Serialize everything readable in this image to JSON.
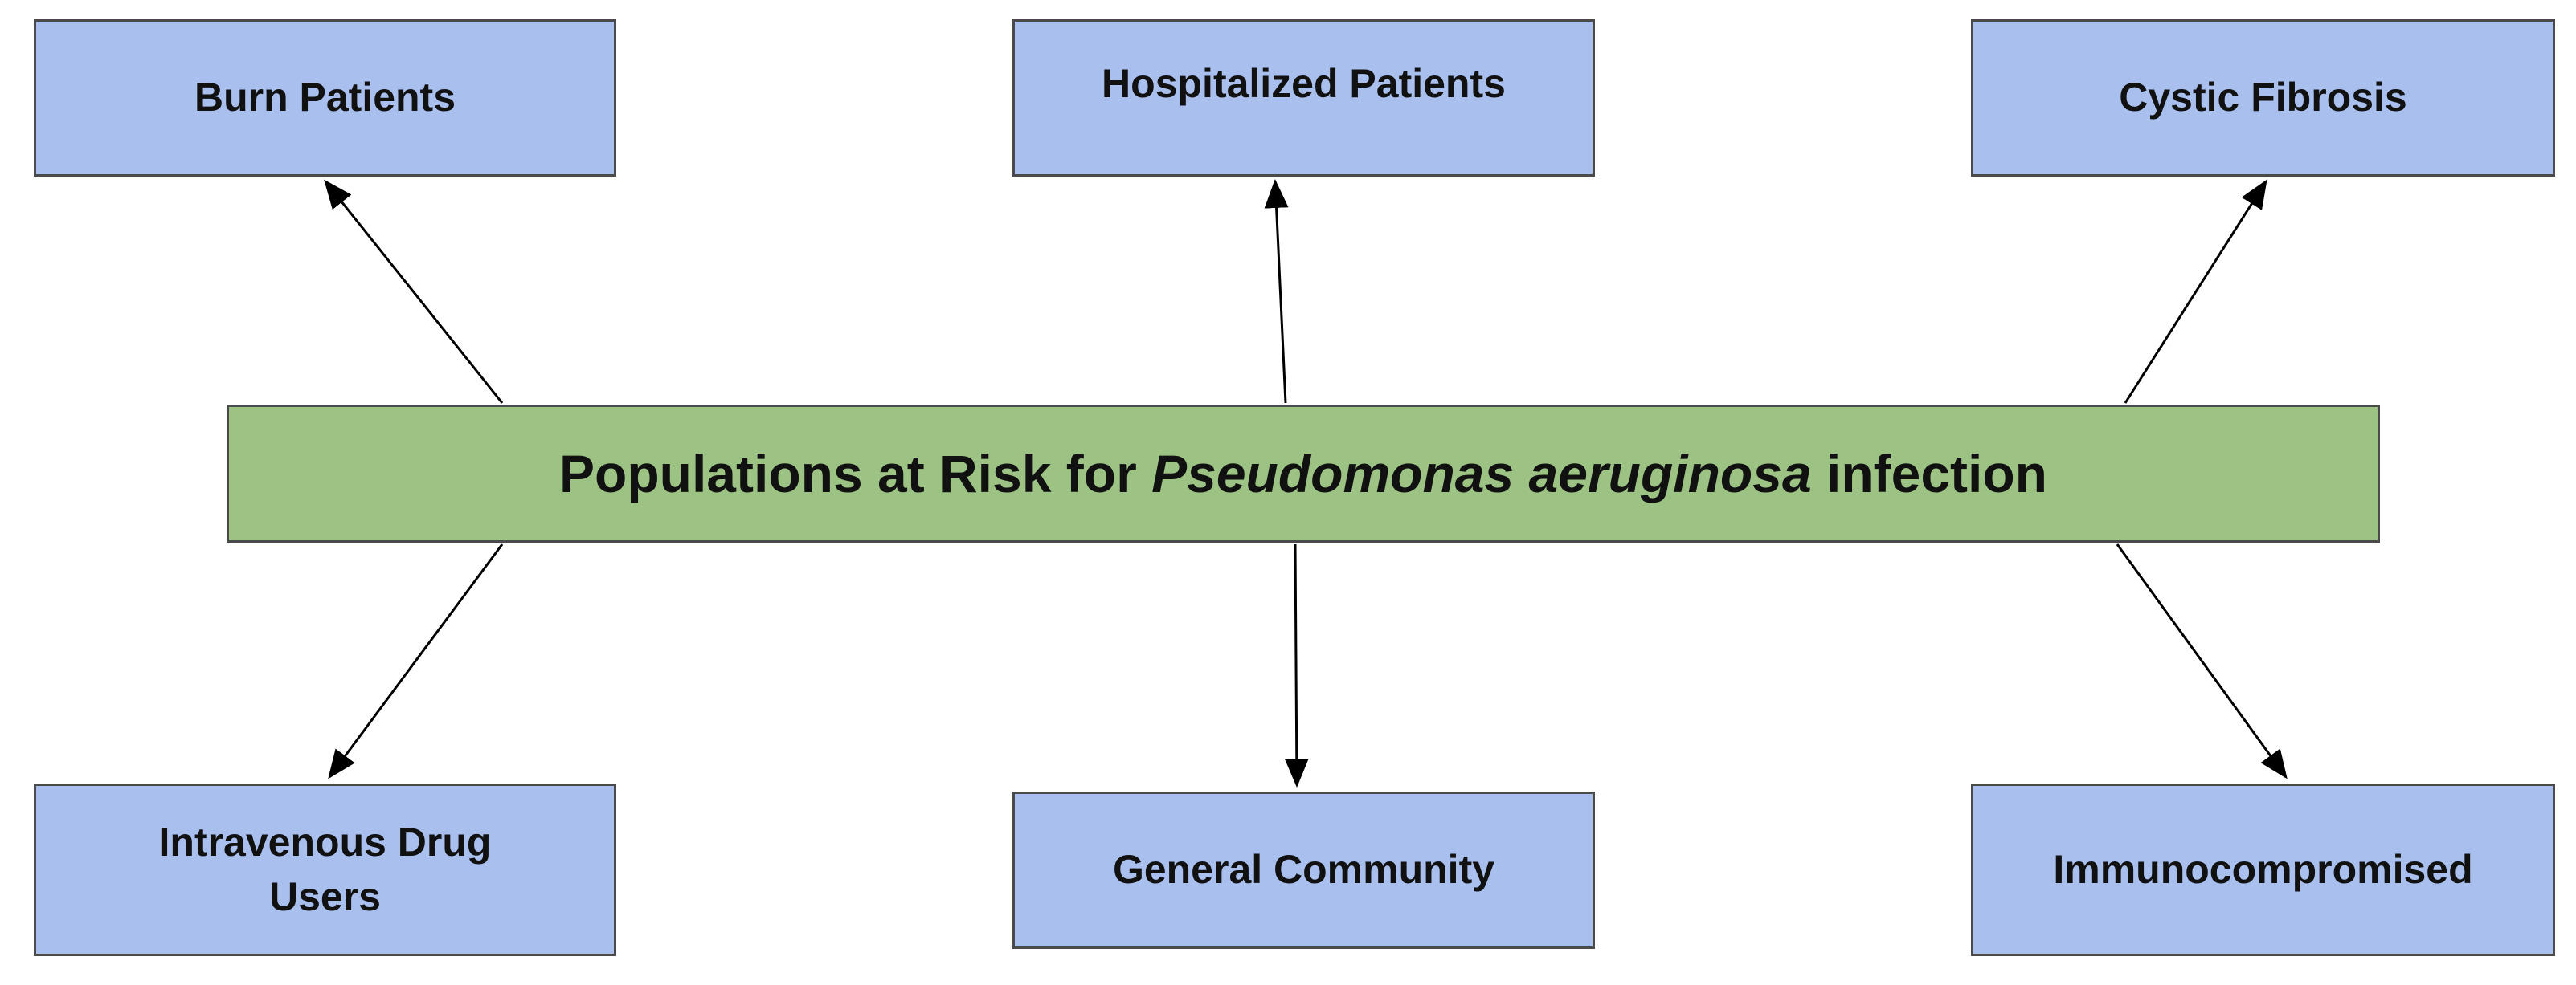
{
  "diagram": {
    "center": {
      "prefix": "Populations at Risk for",
      "italic": "Pseudomonas aeruginosa",
      "suffix": "infection"
    },
    "nodes": {
      "burn": "Burn Patients",
      "hospitalized": "Hospitalized Patients",
      "cystic_fibrosis": "Cystic Fibrosis",
      "iv_drug": "Intravenous Drug\nUsers",
      "general": "General Community",
      "immuno": "Immunocompromised"
    }
  },
  "colors": {
    "node_fill": "#a9bfee",
    "center_fill": "#9cc383",
    "border": "#4a4a4a"
  }
}
